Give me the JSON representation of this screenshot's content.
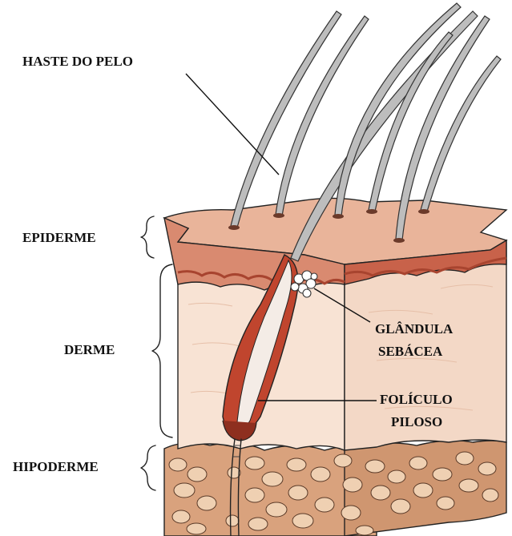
{
  "labels": {
    "hair_shaft": "HASTE  DO PELO",
    "epidermis": "EPIDERME",
    "dermis": "DERME",
    "hypodermis": "HIPODERME",
    "sebaceous_gland_line1": "GLÂNDULA",
    "sebaceous_gland_line2": "SEBÁCEA",
    "follicle_line1": "FOLÍCULO",
    "follicle_line2": "PILOSO"
  },
  "colors": {
    "epidermis_top": "#e9b49a",
    "epidermis_side": "#d98a70",
    "epidermis_dark": "#c8624a",
    "dermis": "#f8e3d4",
    "dermis_shade": "#f0cfbf",
    "hypodermis": "#d9a27d",
    "hypodermis_cells": "#efd0b2",
    "follicle": "#c0452e",
    "hair": "#b8b8b8",
    "ink": "#222222"
  }
}
